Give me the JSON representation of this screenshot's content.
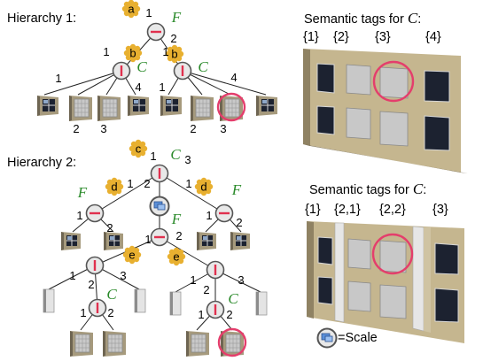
{
  "hierarchy1": {
    "title": "Hierarchy 1:",
    "root": {
      "type_label": "F",
      "tag": "a",
      "edge_labels": [
        "1",
        "2"
      ]
    },
    "left_node": {
      "type_label": "C",
      "tag": "b",
      "tag_edge": "1",
      "edge_labels": [
        "1",
        "2",
        "3",
        "4"
      ]
    },
    "right_node": {
      "type_label": "C",
      "tag": "b",
      "tag_edge": "1",
      "edge_labels": [
        "1",
        "2",
        "3",
        "4"
      ]
    }
  },
  "hierarchy2": {
    "title": "Hierarchy 2:",
    "root": {
      "type_label": "C",
      "tag": "c",
      "edge_labels": [
        "1",
        "2",
        "3"
      ]
    },
    "left_node": {
      "type_label": "F",
      "tag": "d",
      "edge_labels": [
        "1",
        "2"
      ]
    },
    "right_node": {
      "type_label": "F",
      "tag": "d",
      "edge_labels": [
        "1",
        "2"
      ]
    },
    "scale_node": {
      "type_label": "F",
      "edge_labels": [
        "1",
        "2"
      ]
    },
    "e_tags": [
      "e",
      "e"
    ],
    "sub_left": {
      "edge_labels": [
        "1",
        "2",
        "3"
      ],
      "child": {
        "type_label": "C",
        "edge_labels": [
          "1",
          "2"
        ]
      }
    },
    "sub_right": {
      "edge_labels": [
        "1",
        "2",
        "3"
      ],
      "child": {
        "type_label": "C",
        "edge_labels": [
          "1",
          "2"
        ]
      }
    }
  },
  "semantic1": {
    "title_prefix": "Semantic tags for ",
    "title_var": "C",
    "title_suffix": ":",
    "tags": [
      "{1}",
      "{2}",
      "{3}",
      "{4}"
    ]
  },
  "semantic2": {
    "title_prefix": "Semantic tags for ",
    "title_var": "C",
    "title_suffix": ":",
    "tags": [
      "{1}",
      "{2,1}",
      "{2,2}",
      "{3}"
    ]
  },
  "legend": {
    "text": "=Scale"
  },
  "colors": {
    "node_stroke": "#555555",
    "node_fill": "#e8e8e8",
    "mark": "#e0304e",
    "highlight": "#e43e6c",
    "type_label": "#2a8a2a",
    "tag_bg": "#e8b030"
  }
}
